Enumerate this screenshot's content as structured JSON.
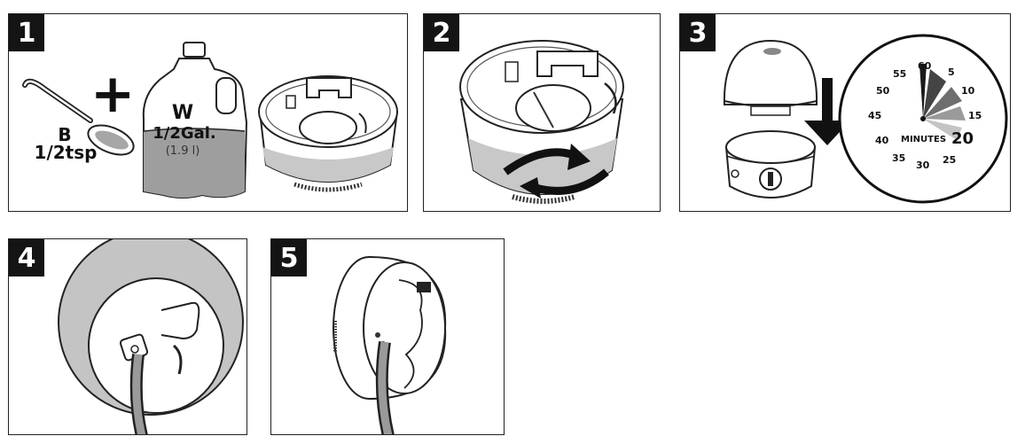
{
  "steps": [
    {
      "number": "1"
    },
    {
      "number": "2"
    },
    {
      "number": "3"
    },
    {
      "number": "4"
    },
    {
      "number": "5"
    }
  ],
  "step1": {
    "spoon_letter": "B",
    "spoon_amount": "1/2tsp",
    "plus_sign": "+",
    "jug_letter": "W",
    "jug_amount": "1/2Gal.",
    "jug_metric": "(1.9 l)"
  },
  "step3": {
    "clock_marks": [
      "60",
      "5",
      "10",
      "15",
      "20",
      "25",
      "30",
      "35",
      "40",
      "45",
      "50",
      "55"
    ],
    "clock_label": "MINUTES"
  }
}
